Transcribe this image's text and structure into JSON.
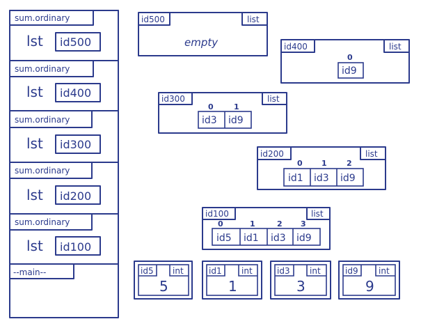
{
  "frames": [
    {
      "name": "sum.ordinary",
      "var": "lst",
      "ref": "id500"
    },
    {
      "name": "sum.ordinary",
      "var": "lst",
      "ref": "id400"
    },
    {
      "name": "sum.ordinary",
      "var": "lst",
      "ref": "id300"
    },
    {
      "name": "sum.ordinary",
      "var": "lst",
      "ref": "id200"
    },
    {
      "name": "sum.ordinary",
      "var": "lst",
      "ref": "id100"
    },
    {
      "name": "--main--"
    }
  ],
  "lists": [
    {
      "id": "id500",
      "type": "list",
      "empty_label": "empty",
      "indices": [],
      "items": []
    },
    {
      "id": "id400",
      "type": "list",
      "indices": [
        "0"
      ],
      "items": [
        "id9"
      ]
    },
    {
      "id": "id300",
      "type": "list",
      "indices": [
        "0",
        "1"
      ],
      "items": [
        "id3",
        "id9"
      ]
    },
    {
      "id": "id200",
      "type": "list",
      "indices": [
        "0",
        "1",
        "2"
      ],
      "items": [
        "id1",
        "id3",
        "id9"
      ]
    },
    {
      "id": "id100",
      "type": "list",
      "indices": [
        "0",
        "1",
        "2",
        "3"
      ],
      "items": [
        "id5",
        "id1",
        "id3",
        "id9"
      ]
    }
  ],
  "ints": [
    {
      "id": "id5",
      "type": "int",
      "value": "5"
    },
    {
      "id": "id1",
      "type": "int",
      "value": "1"
    },
    {
      "id": "id3",
      "type": "int",
      "value": "3"
    },
    {
      "id": "id9",
      "type": "int",
      "value": "9"
    }
  ]
}
